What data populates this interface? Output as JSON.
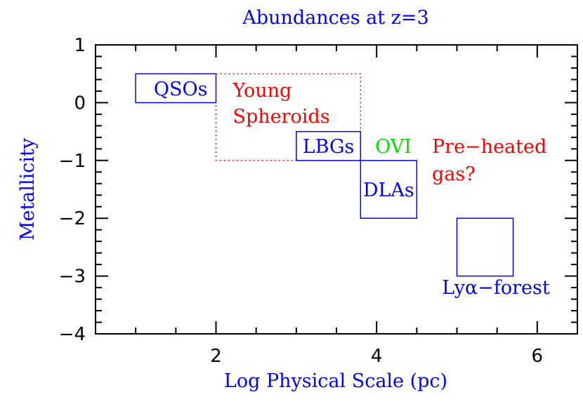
{
  "chart_data": {
    "type": "scatter",
    "title": "Abundances at z=3",
    "xlabel": "Log Physical Scale (pc)",
    "ylabel": "Metallicity",
    "xlim": [
      0.5,
      6.5
    ],
    "ylim": [
      -4,
      1
    ],
    "x_ticks": [
      2,
      4,
      6
    ],
    "x_tick_labels": [
      "2",
      "4",
      "6"
    ],
    "y_ticks": [
      1,
      0,
      -1,
      -2,
      -3,
      -4
    ],
    "y_tick_labels": [
      "1",
      "0",
      "−1",
      "−2",
      "−3",
      "−4"
    ],
    "x_minor_step": 0.5,
    "y_minor_step": 0.2,
    "grid": false,
    "regions": [
      {
        "id": "qsos",
        "label": "QSOs",
        "x": [
          1.0,
          2.0
        ],
        "y": [
          0.0,
          0.5
        ],
        "color": "#0000ff",
        "style": "solid"
      },
      {
        "id": "young-spheroids",
        "label": "Young\nSpheroids",
        "x": [
          2.0,
          3.8
        ],
        "y": [
          -1.0,
          0.5
        ],
        "color": "#ff0000",
        "style": "dotted"
      },
      {
        "id": "lbgs",
        "label": "LBGs",
        "x": [
          3.0,
          3.8
        ],
        "y": [
          -1.0,
          -0.5
        ],
        "color": "#0000ff",
        "style": "solid"
      },
      {
        "id": "dlas",
        "label": "DLAs",
        "x": [
          3.8,
          4.5
        ],
        "y": [
          -2.0,
          -1.0
        ],
        "color": "#0000ff",
        "style": "solid"
      },
      {
        "id": "lya-forest",
        "label": "Lyα−forest",
        "x": [
          5.0,
          5.7
        ],
        "y": [
          -3.0,
          -2.0
        ],
        "color": "#0000ff",
        "style": "solid"
      }
    ],
    "annotations": [
      {
        "id": "ovi",
        "text": "OVI",
        "color": "#00dd00"
      },
      {
        "id": "pre-heated",
        "text": "Pre−heated\ngas?",
        "color": "#ff0000"
      }
    ]
  }
}
